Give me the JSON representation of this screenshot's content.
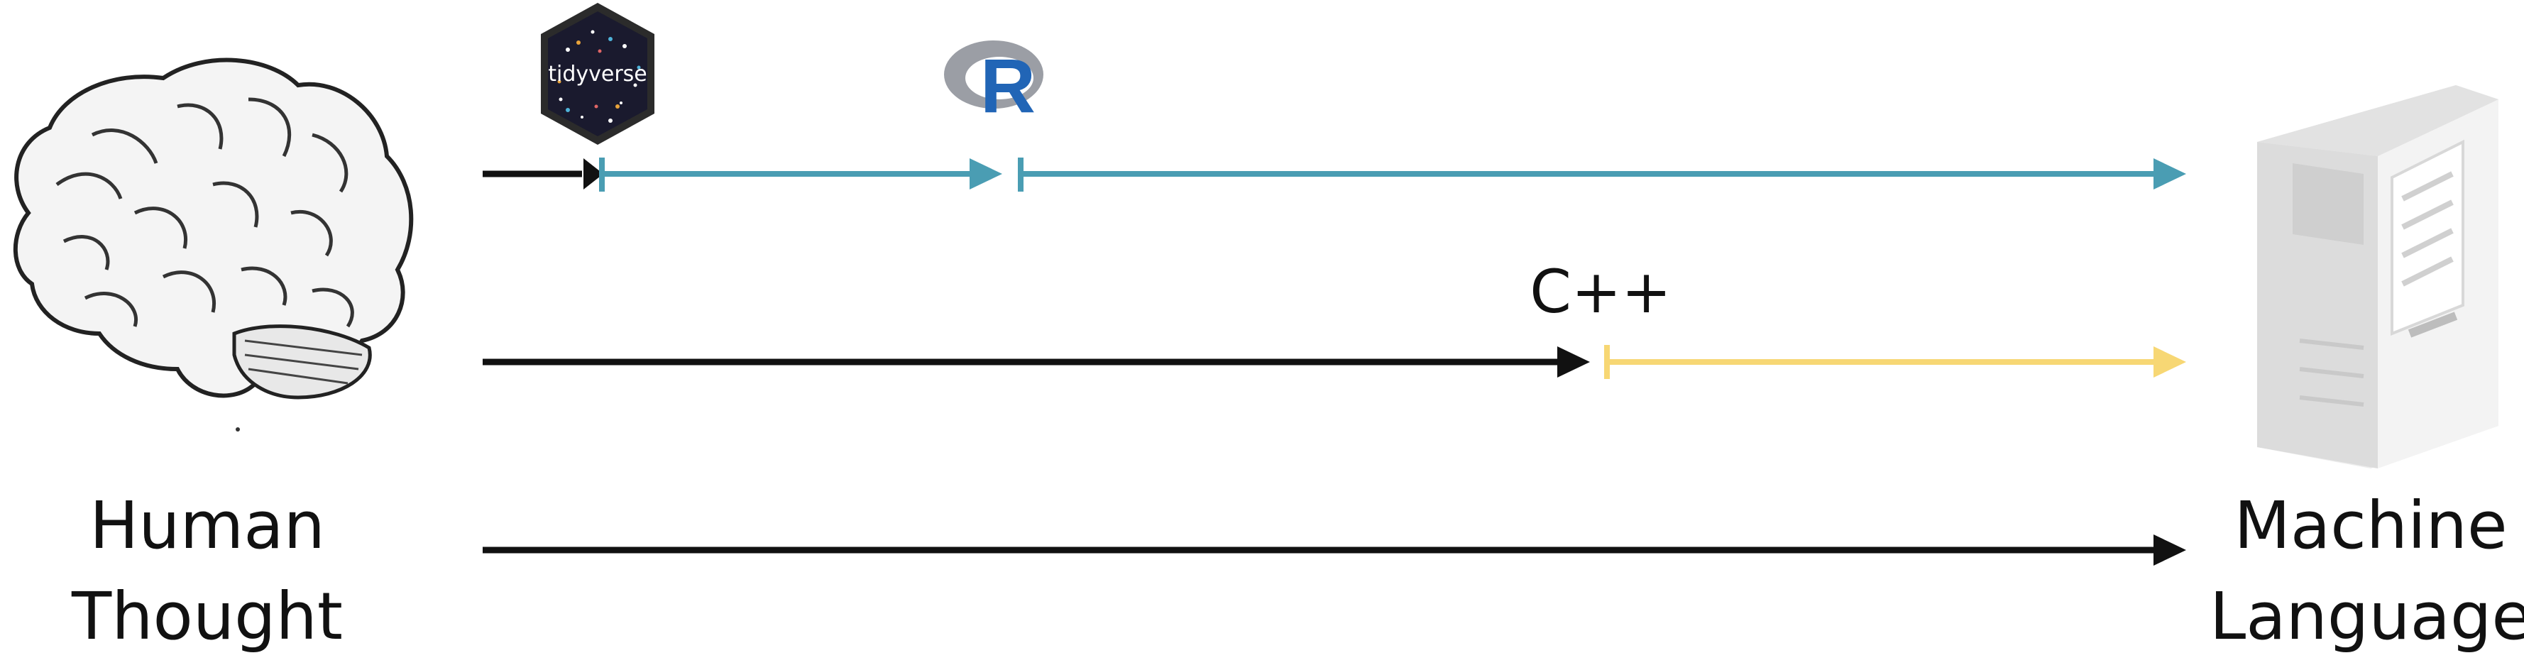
{
  "left_label": {
    "line1": "Human",
    "line2": "Thought"
  },
  "right_label": {
    "line1": "Machine",
    "line2": "Language"
  },
  "cpp_label": "C++",
  "tidyverse_logo_text": "tidyverse",
  "r_logo_text": "R",
  "icons": {
    "left": "brain-icon",
    "right": "computer-tower-icon",
    "tidyverse": "tidyverse-hex-logo",
    "r": "r-language-logo"
  },
  "colors": {
    "black": "#111111",
    "teal": "#4a9db3",
    "yellow": "#f7d774",
    "r_blue": "#2165b6",
    "r_ring": "#9b9ea5",
    "hex_bg": "#1a1a2e"
  }
}
